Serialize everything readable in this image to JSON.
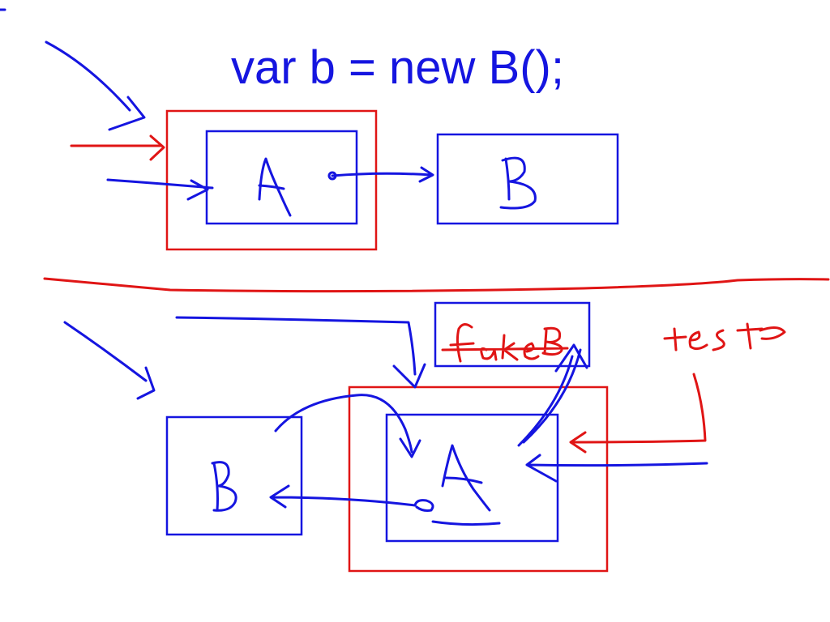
{
  "title": "var b = new B();",
  "top_diagram": {
    "inner_label": "A",
    "target_label": "B"
  },
  "bottom_diagram": {
    "left_box_label": "B",
    "inner_label": "A",
    "fake_box_label": "fakeB",
    "test_label": "test"
  },
  "colors": {
    "ink_blue": "#1515e0",
    "ink_red": "#e01515",
    "background": "#ffffff"
  }
}
